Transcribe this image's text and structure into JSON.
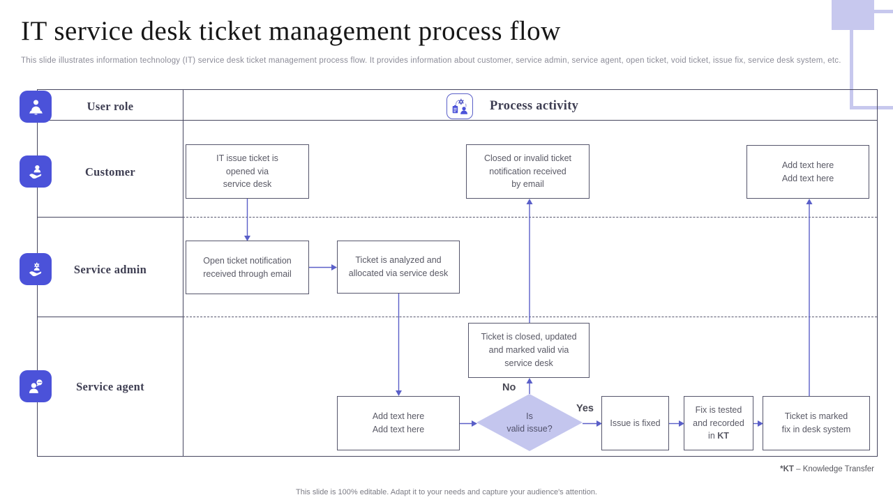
{
  "slide": {
    "title": "IT service desk ticket management process flow",
    "subtitle": "This slide illustrates information technology (IT) service desk ticket management process flow. It provides information about customer, service admin, service agent, open ticket, void ticket,  issue fix, service desk system, etc.",
    "footer_bold": "*KT",
    "footer_rest": " – Knowledge Transfer",
    "bottom_note": "This slide is 100% editable. Adapt it to your needs and capture your audience's attention."
  },
  "table": {
    "header": {
      "user_role": "User role",
      "process_activity": "Process activity"
    },
    "lanes": [
      {
        "label": "Customer",
        "icon": "customer-hand-person-icon"
      },
      {
        "label": "Service admin",
        "icon": "admin-hand-gear-icon"
      },
      {
        "label": "Service agent",
        "icon": "agent-chat-bubble-icon"
      }
    ]
  },
  "flow": {
    "nodes": {
      "open_ticket": {
        "text": "IT issue ticket is\nopened via\nservice desk"
      },
      "closed_notif": {
        "text": "Closed or invalid  ticket\nnotification received\nby email"
      },
      "add_customer": {
        "text": "Add text here\nAdd text here"
      },
      "open_notif": {
        "text": "Open ticket notification\nreceived through email"
      },
      "analyzed": {
        "text": "Ticket is analyzed and\nallocated via service desk"
      },
      "closed_valid": {
        "text": "Ticket is closed, updated\nand marked valid  via\nservice desk"
      },
      "add_agent": {
        "text": "Add text here\nAdd text here"
      },
      "issue_fixed": {
        "text": "Issue is fixed"
      },
      "fix_tested": {
        "text": "Fix is tested\nand recorded\nin ",
        "bold": "KT"
      },
      "marked_fix": {
        "text": "Ticket is marked\nfix in desk system"
      }
    },
    "decision": {
      "text": "Is\nvalid issue?",
      "yes_label": "Yes",
      "no_label": "No"
    }
  },
  "colors": {
    "accent_indigo": "#4b52d9",
    "arrow_purple": "#5a5fc8",
    "diamond_fill": "#c4c6ee",
    "lavender_deco": "#c7c8ee",
    "table_line": "#45455e",
    "body_text": "#595965"
  }
}
